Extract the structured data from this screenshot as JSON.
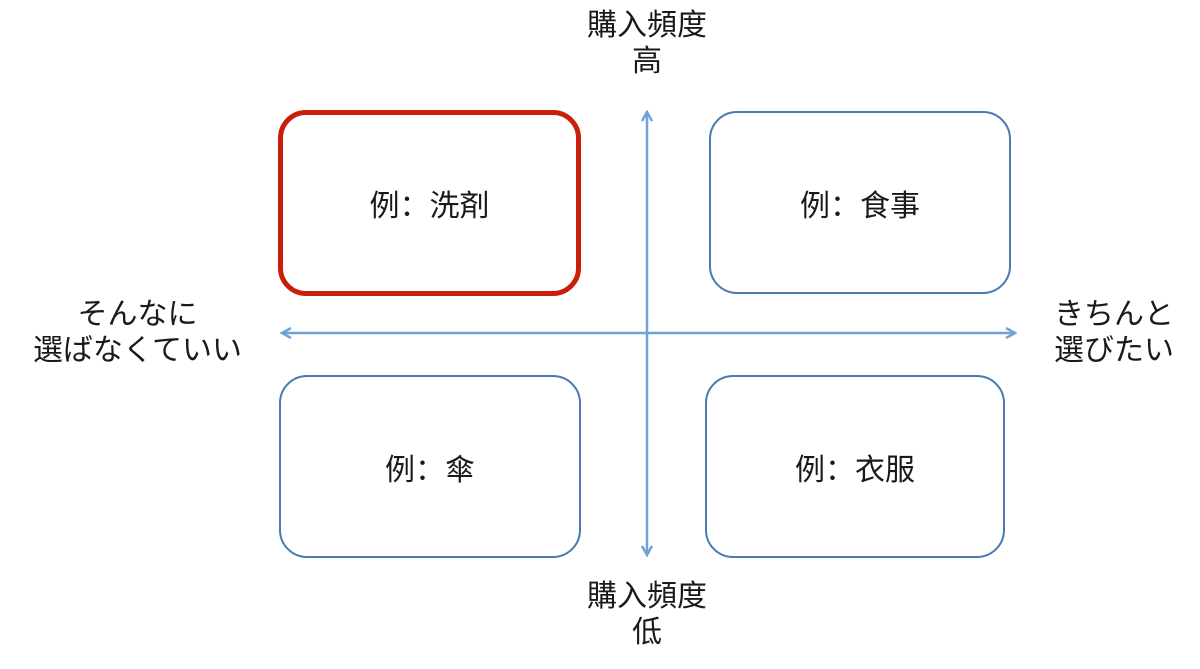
{
  "axes": {
    "top": {
      "line1": "購入頻度",
      "line2": "高"
    },
    "bottom": {
      "line1": "購入頻度",
      "line2": "低"
    },
    "left": {
      "line1": "そんなに",
      "line2": "選ばなくていい"
    },
    "right": {
      "line1": "きちんと",
      "line2": "選びたい"
    }
  },
  "quadrants": {
    "top_left": {
      "label": "例：洗剤",
      "highlighted": true
    },
    "top_right": {
      "label": "例：食事",
      "highlighted": false
    },
    "bottom_left": {
      "label": "例：傘",
      "highlighted": false
    },
    "bottom_right": {
      "label": "例：衣服",
      "highlighted": false
    }
  },
  "colors": {
    "axis": "#6fa3d8",
    "box_border": "#4a7ab0",
    "highlight_border": "#c81e0a"
  }
}
